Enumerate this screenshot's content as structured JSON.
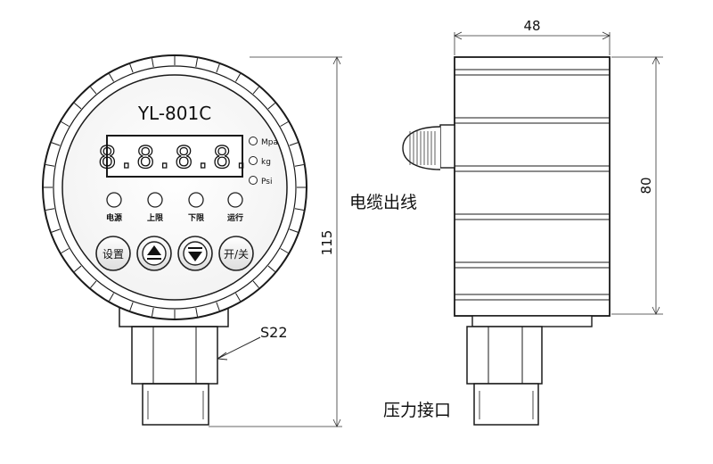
{
  "front_view": {
    "model": "YL-801C",
    "display_digits": "8.8.8.8.",
    "units": [
      "Mpa",
      "kg",
      "Psi"
    ],
    "indicators": [
      "电源",
      "上限",
      "下限",
      "运行"
    ],
    "buttons": {
      "set": "设置",
      "up": "▲",
      "down": "▼",
      "power": "开/关"
    },
    "thread_label": "S22",
    "height_dim": "115"
  },
  "side_view": {
    "width_dim": "48",
    "height_dim": "80",
    "cable_label": "电缆出线",
    "port_label": "压力接口"
  }
}
